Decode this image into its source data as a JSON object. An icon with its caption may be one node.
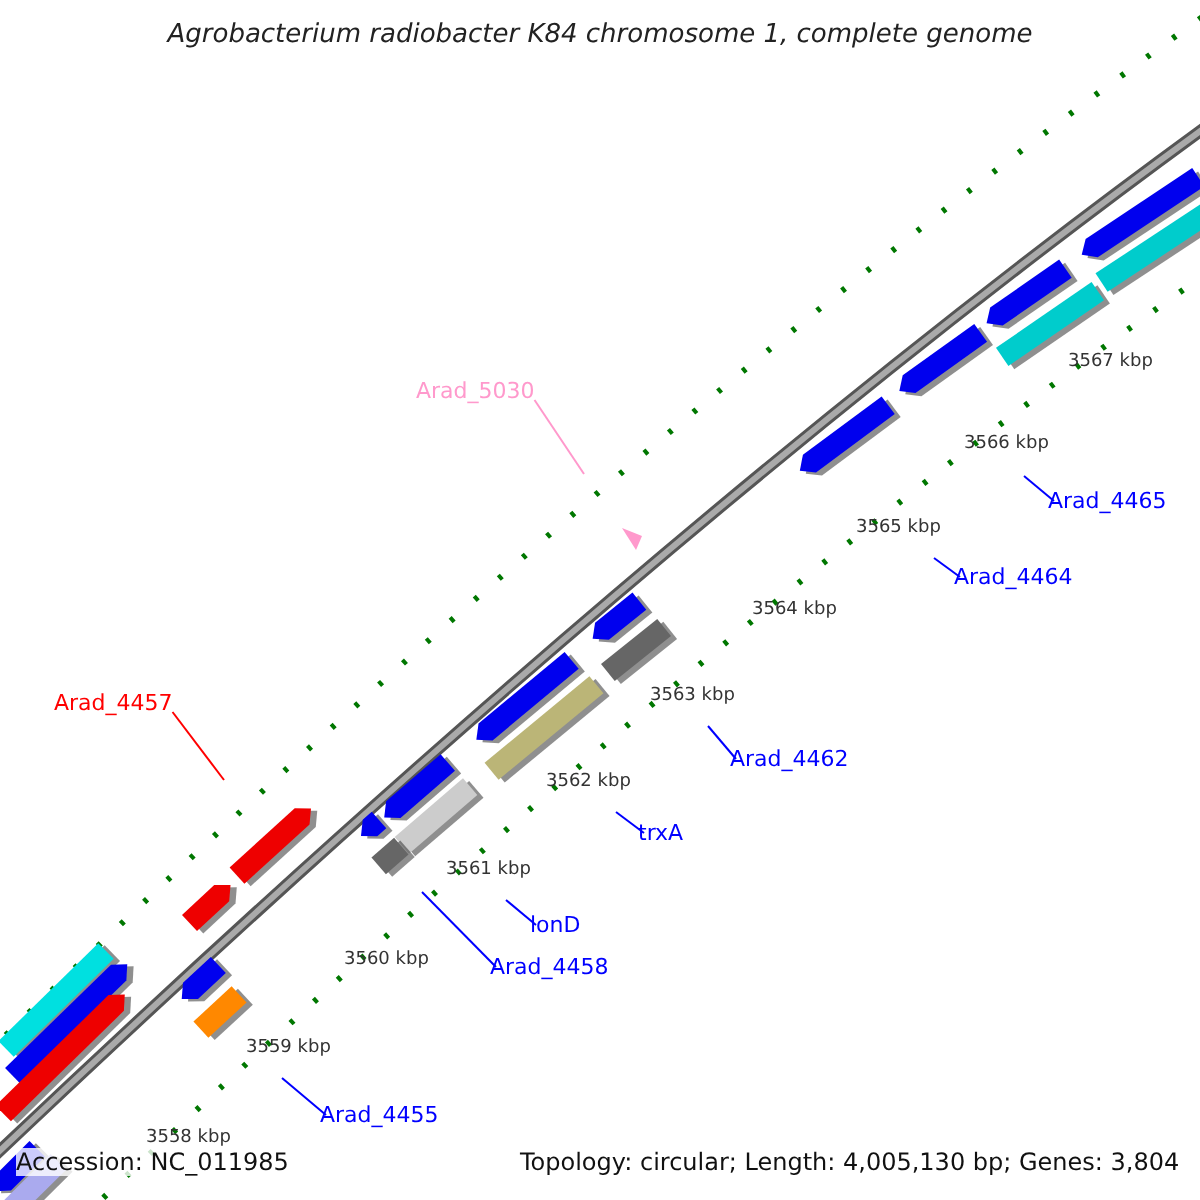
{
  "diagram": {
    "title": "Agrobacterium radiobacter K84 chromosome 1, complete genome",
    "nodes": [
      {
        "text": [
          "Arad_5030"
        ]
      },
      {
        "text": [
          "Arad_4457"
        ]
      },
      {
        "text": [
          "Arad_4465"
        ]
      },
      {
        "text": [
          "Arad_4464"
        ]
      },
      {
        "text": [
          "Arad_4462"
        ]
      },
      {
        "text": [
          "trxA"
        ]
      },
      {
        "text": [
          "lonD"
        ]
      },
      {
        "text": [
          "Arad_4458"
        ]
      },
      {
        "text": [
          "Arad_4455"
        ]
      }
    ],
    "edges": [
      {
        "from": 0,
        "to": null,
        "arrow": "none",
        "color": "#ff99cc"
      },
      {
        "from": 1,
        "to": null,
        "arrow": "none",
        "color": "#ff0000"
      },
      {
        "from": 2,
        "to": null,
        "arrow": "none"
      },
      {
        "from": 3,
        "to": null,
        "arrow": "none"
      },
      {
        "from": 4,
        "to": null,
        "arrow": "none"
      },
      {
        "from": 5,
        "to": null,
        "arrow": "none"
      },
      {
        "from": 6,
        "to": null,
        "arrow": "none"
      },
      {
        "from": 7,
        "to": null,
        "arrow": "none"
      },
      {
        "from": 8,
        "to": null,
        "arrow": "none"
      }
    ],
    "labels": [
      "3567 kbp",
      "3566 kbp",
      "3565 kbp",
      "3564 kbp",
      "3563 kbp",
      "3562 kbp",
      "3561 kbp",
      "3560 kbp",
      "3559 kbp",
      "3558 kbp",
      "Accession: NC_011985",
      "Topology: circular; Length: 4,005,130 bp; Genes: 3,804"
    ]
  }
}
